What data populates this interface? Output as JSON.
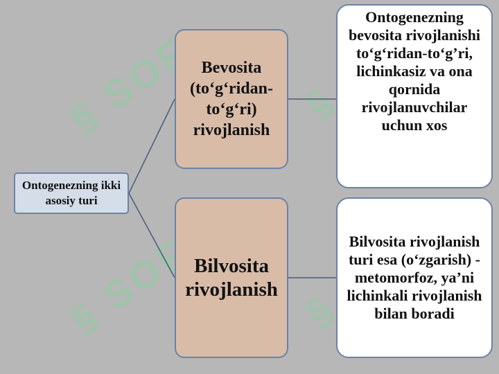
{
  "diagram": {
    "root": {
      "label": "Ontogenezning ikki asosiy turi"
    },
    "branches": [
      {
        "label": "Bevosita (to‘g‘ridan-to‘g‘ri) rivojlanish",
        "description": "Ontogenezning bevosita rivojlanishi to‘g‘ridan-to‘g’ri, lichinkasiz va ona qornida rivojlanuvchilar uchun xos"
      },
      {
        "label": "Bilvosita rivojlanish",
        "description": "Bilvosita rivojlanish turi esa (o‘zgarish) - metomorfoz, ya’ni lichinkali rivojlanish bilan boradi"
      }
    ]
  },
  "colors": {
    "background": "#b7b7b7",
    "root_fill": "#d5dde9",
    "branch_fill": "#d8bca8",
    "leaf_fill": "#ffffff",
    "border": "#6b82a8",
    "connector": "#4a5a78"
  }
}
